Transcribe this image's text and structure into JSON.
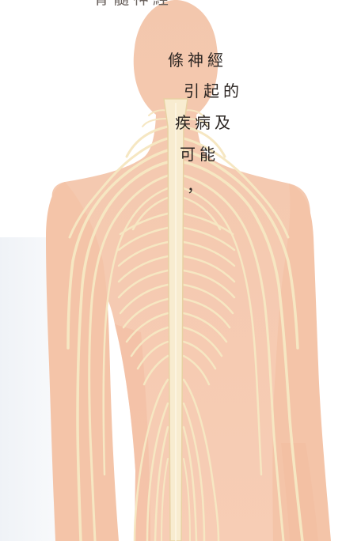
{
  "text": {
    "top_line": "脊髓神經",
    "lines": [
      "條神經",
      "引起的",
      "疾病及",
      "可能",
      "，"
    ]
  },
  "colors": {
    "skin": "#f6c8ae",
    "skin_shadow": "#f1b99b",
    "nerve": "#f6e7c2",
    "nerve_edge": "#e8d1a3",
    "spine": "#f8ecd0",
    "text": "#2b2522",
    "background": "#ffffff"
  }
}
